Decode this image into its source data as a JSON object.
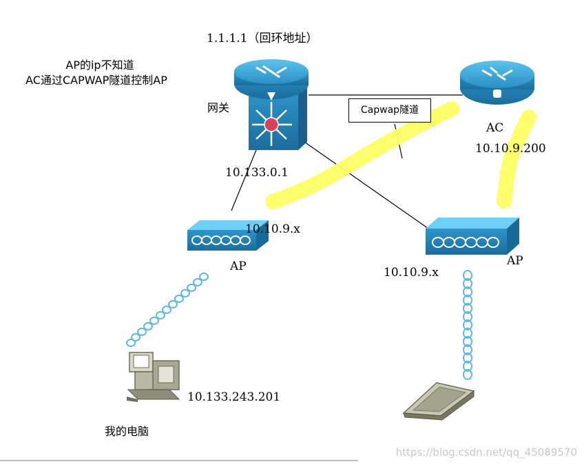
{
  "diagram": {
    "loopback_label": "1.1.1.1（回环地址）",
    "note_line1": "AP的ip不知道",
    "note_line2": "AC通过CAPWAP隧道控制AP",
    "gateway_label": "网关",
    "gateway_ip": "10.133.0.1",
    "ac_label": "AC",
    "ac_ip": "10.10.9.200",
    "tunnel_label": "Capwap隧道",
    "ap_left_ip": "10.10.9.x",
    "ap_left_label": "AP",
    "ap_right_ip": "10.10.9.x",
    "ap_right_label": "AP",
    "pc_ip": "10.133.243.201",
    "pc_label": "我的电脑"
  },
  "colors": {
    "device_blue": "#3aa6d6",
    "device_dark": "#1f6f9a",
    "tunnel_yellow": "#ffff66",
    "wireless_blue": "#5fb8e0"
  },
  "watermark": "https://blog.csdn.net/qq_45089570"
}
